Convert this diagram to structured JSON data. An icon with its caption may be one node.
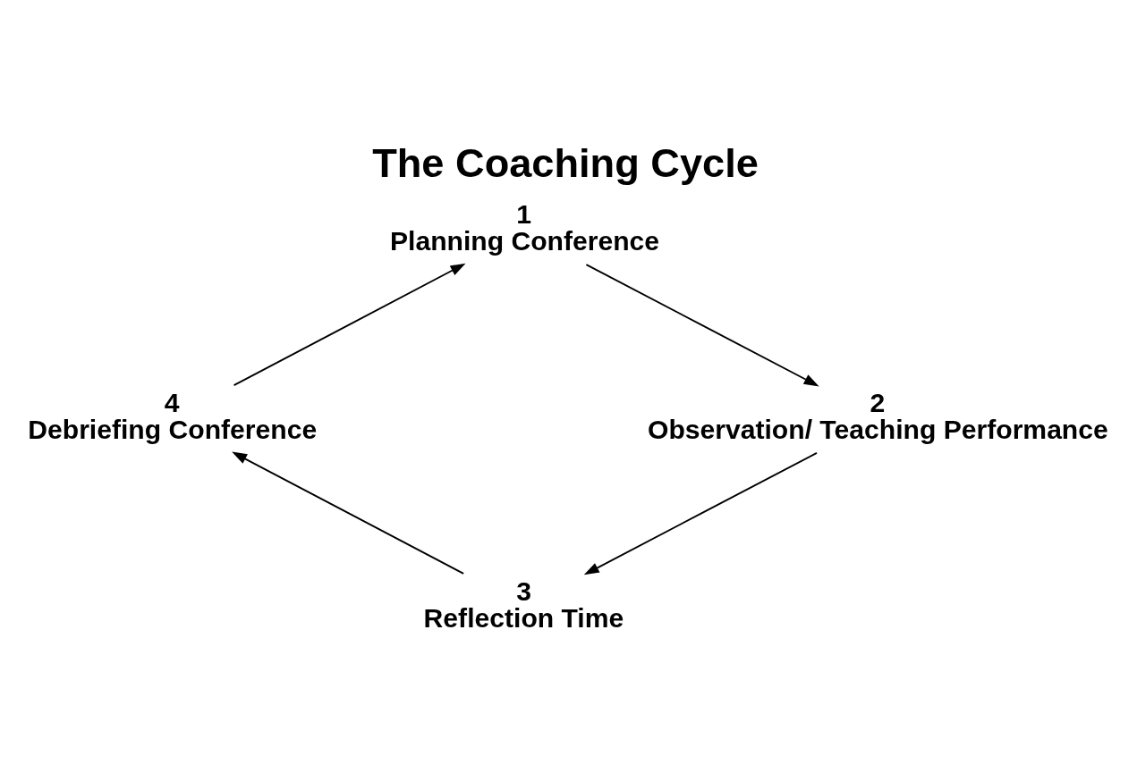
{
  "diagram": {
    "title": "The Coaching Cycle",
    "nodes": [
      {
        "text": [
          "1",
          "Planning Conference"
        ]
      },
      {
        "text": [
          "2",
          "Observation/ Teaching Performance"
        ]
      },
      {
        "text": [
          "3",
          "Reflection Time"
        ]
      },
      {
        "text": [
          "4",
          "Debriefing Conference"
        ]
      }
    ],
    "edges": [
      {
        "from": 0,
        "to": 1,
        "arrow": "to"
      },
      {
        "from": 1,
        "to": 2,
        "arrow": "to"
      },
      {
        "from": 2,
        "to": 3,
        "arrow": "to"
      },
      {
        "from": 3,
        "to": 0,
        "arrow": "to"
      }
    ]
  }
}
